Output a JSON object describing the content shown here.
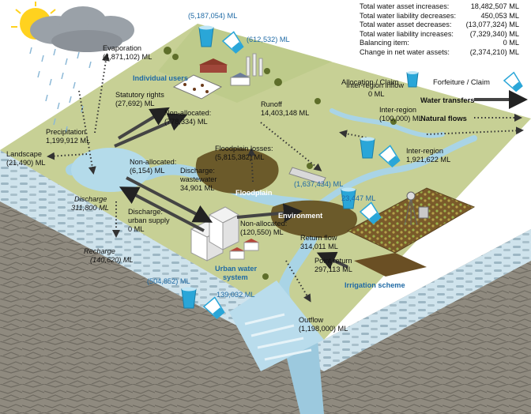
{
  "summary": [
    {
      "label": "Total water asset increases:",
      "value": "18,482,507 ML"
    },
    {
      "label": "Total water liability decreases:",
      "value": "450,053 ML"
    },
    {
      "label": "Total water asset decreases:",
      "value": "(13,077,324) ML"
    },
    {
      "label": "Total water liability increases:",
      "value": "(7,329,340) ML"
    },
    {
      "label": "Balancing item:",
      "value": "0 ML"
    },
    {
      "label": "Change in net water assets:",
      "value": "(2,374,210) ML"
    }
  ],
  "legend": {
    "allocation_claim": "Allocation / Claim",
    "forfeiture_claim": "Forfeiture / Claim",
    "water_transfers": "Water transfers",
    "natural_flows": "Natural flows"
  },
  "labels": {
    "evaporation": "Evaporation",
    "evaporation_value": "(4,871,102) ML",
    "allocation_top": "(5,187,054) ML",
    "forfeiture_top": "(612,532) ML",
    "individual_users": "Individual users",
    "statutory_rights": "Statutory rights",
    "statutory_rights_value": "(27,692) ML",
    "precipitation": "Precipitation",
    "precipitation_value": "1,199,912 ML",
    "non_allocated_top": "Non-allocated:",
    "non_allocated_top_value": "(778,334) ML",
    "runoff": "Runoff",
    "runoff_value": "14,403,148 ML",
    "inter_region_inflow": "Inter-region inflow",
    "inter_region_inflow_value": "0 ML",
    "inter_region_out": "Inter-region",
    "inter_region_out_value": "(100,000) ML",
    "inter_region_in": "Inter-region",
    "inter_region_in_value": "1,921,622 ML",
    "landscape": "Landscape",
    "landscape_value": "(21,490) ML",
    "non_allocated_mid": "Non-allocated:",
    "non_allocated_mid_value": "(6,154) ML",
    "floodplain_losses": "Floodplain losses:",
    "floodplain_losses_value": "(5,815,382) ML",
    "discharge_wastewater_1": "Discharge:",
    "discharge_wastewater_2": "wastewater",
    "discharge_wastewater_value": "34,901 ML",
    "floodplain": "Floodplain",
    "allocation_env": "(1,637,434) ML",
    "forfeiture_env": "23,447 ML",
    "environment": "Environment",
    "discharge": "Discharge",
    "discharge_value": "311,800 ML",
    "discharge_urban_1": "Discharge:",
    "discharge_urban_2": "urban supply",
    "discharge_urban_value": "0 ML",
    "non_allocated_low": "Non-allocated:",
    "non_allocated_low_value": "(120,550) ML",
    "return_flow": "Return flow",
    "return_flow_value": "314,011 ML",
    "recharge": "Recharge",
    "recharge_value": "(140,620) ML",
    "point_return": "Point return",
    "point_return_value": "297,113 ML",
    "urban_water_1": "Urban water",
    "urban_water_2": "system",
    "irrigation_scheme": "Irrigation scheme",
    "allocation_urban": "(504,852) ML",
    "forfeiture_urban": "139,032 ML",
    "outflow": "Outflow",
    "outflow_value": "(1,198,000) ML"
  },
  "colors": {
    "ground": "#c7d095",
    "water": "#bcdcea",
    "allocation": "#2aa6d8",
    "transfer_arrow": "#444444",
    "label_blue": "#1f6aa5"
  }
}
